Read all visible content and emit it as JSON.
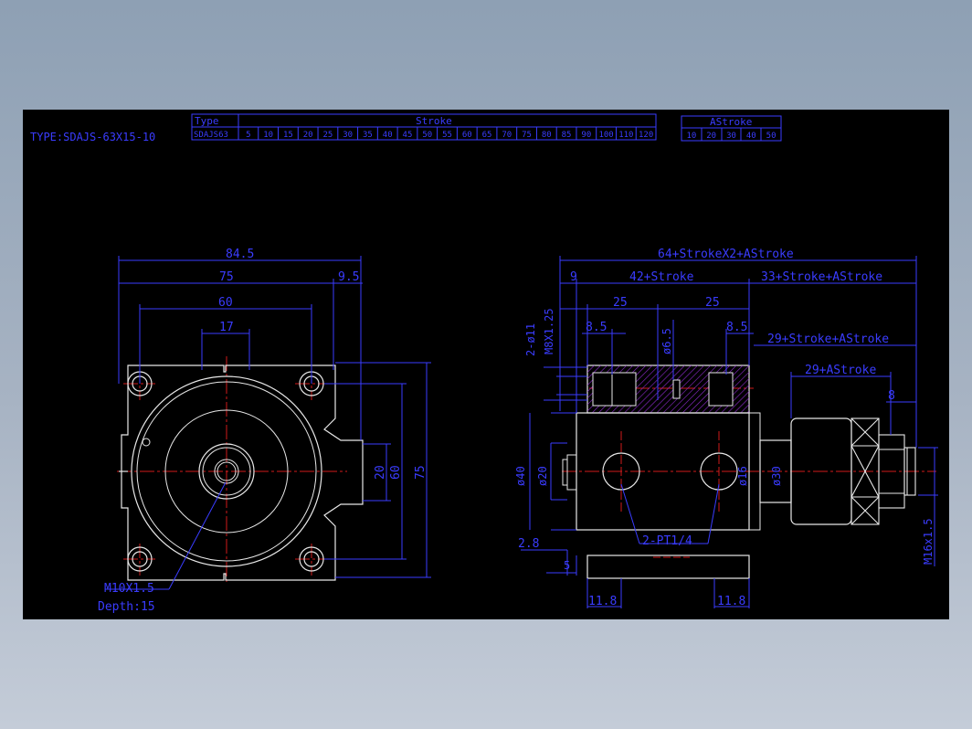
{
  "title": "TYPE:SDAJS-63X15-10",
  "stroke_table": {
    "type_header": "Type",
    "stroke_header": "Stroke",
    "model": "SDAJS63",
    "values": [
      "5",
      "10",
      "15",
      "20",
      "25",
      "30",
      "35",
      "40",
      "45",
      "50",
      "55",
      "60",
      "65",
      "70",
      "75",
      "80",
      "85",
      "90",
      "100",
      "110",
      "120"
    ]
  },
  "astroke_table": {
    "header": "AStroke",
    "values": [
      "10",
      "20",
      "30",
      "40",
      "50"
    ]
  },
  "front_view": {
    "dim_width_total": "84.5",
    "dim_body": "75",
    "dim_offset": "9.5",
    "dim_hole_pitch": "60",
    "dim_slot": "17",
    "dim_height": "75",
    "dim_vpitch": "60",
    "dim_center": "20",
    "thread_label": "M10X1.5",
    "depth_label": "Depth:15"
  },
  "side_view": {
    "dim_overall": "64+StrokeX2+AStroke",
    "dim_9": "9",
    "dim_42": "42+Stroke",
    "dim_33": "33+Stroke+AStroke",
    "dim_25a": "25",
    "dim_25b": "25",
    "dim_8_5a": "8.5",
    "dim_8_5b": "8.5",
    "dim_6_5": "ø6.5",
    "dim_29a": "29+Stroke+AStroke",
    "dim_29b": "29+AStroke",
    "dim_8": "8",
    "hole_label": "2-ø11",
    "thread_m8": "M8X1.25",
    "dia_40": "ø40",
    "dia_20": "ø20",
    "dia_16": "ø16",
    "dia_30": "ø30",
    "dim_2_8": "2.8",
    "dim_5": "5",
    "port_label": "2-PT1/4",
    "dim_11_8a": "11.8",
    "dim_11_8b": "11.8",
    "thread_m16": "M16x1.5"
  }
}
